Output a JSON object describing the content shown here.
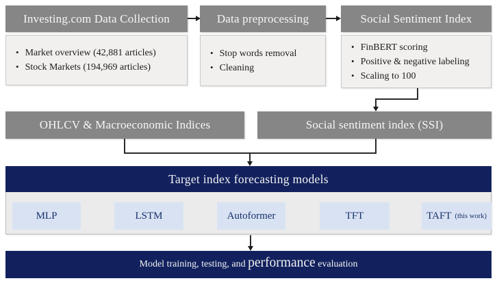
{
  "diagram": {
    "pipeline_columns": [
      {
        "header": "Investing.com Data Collection",
        "bullets": [
          "Market overview (42,881 articles)",
          "Stock Markets (194,969 articles)"
        ]
      },
      {
        "header": "Data preprocessing",
        "bullets": [
          "Stop words removal",
          "Cleaning"
        ]
      },
      {
        "header": "Social Sentiment Index",
        "bullets": [
          "FinBERT scoring",
          "Positive & negative labeling",
          "Scaling to 100"
        ]
      }
    ],
    "middle_row": {
      "left_box": "OHLCV & Macroeconomic Indices",
      "right_box": "Social sentiment index (SSI)"
    },
    "forecasting": {
      "title": "Target index forecasting models",
      "models": [
        {
          "name": "MLP",
          "note": ""
        },
        {
          "name": "LSTM",
          "note": ""
        },
        {
          "name": "Autoformer",
          "note": ""
        },
        {
          "name": "TFT",
          "note": ""
        },
        {
          "name": "TAFT",
          "note": "(this work)"
        }
      ]
    },
    "footer": {
      "pre": "Model training, testing, and ",
      "emphasis": "performance",
      "post": " evaluation"
    },
    "colors": {
      "header_gray": "#868686",
      "bullet_box_fill": "#f1f0ee",
      "navy": "#12215e",
      "model_chip_fill": "#d9e2f3",
      "model_chip_text": "#17316b",
      "connector": "#2b2b2b"
    }
  }
}
